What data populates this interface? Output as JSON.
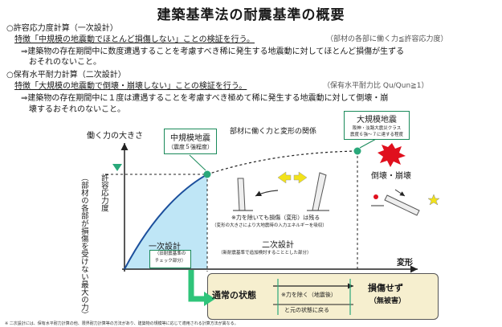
{
  "title": "建築基準法の耐震基準の概要",
  "section1": {
    "heading": "○許容応力度計算（一次設計）",
    "purpose": "特徴「中規模の地震動でほとんど損傷しない」ことの検証を行う。",
    "note": "（部材の各部に働く力≦許容応力度）",
    "detail_line1": "⇒建築物の存在期間中に数度遭遇することを考慮すべき稀に発生する地震動に対してほとんど損傷が生ずる",
    "detail_line2": "おそれのないこと。"
  },
  "section2": {
    "heading": "○保有水平耐力計算（二次設計）",
    "purpose": "特徴「大規模の地震動で倒壊・崩壊しない」ことの検証を行う。",
    "note": "（保有水平耐力比 Qu/Qun≧1）",
    "detail_line1": "⇒建築物の存在期間中に１度は遭遇することを考慮すべき極めて稀に発生する地震動に対して倒壊・崩",
    "detail_line2": "壊するおそれのないこと。"
  },
  "chart": {
    "y_axis_label": "働く力の大きさ",
    "x_axis_label": "変形",
    "curve_caption": "部材に働く力と変形の関係",
    "allowable_label": "許容応力度",
    "allowable_sub": "（部材の各部が損傷を受けない最大の力）",
    "medium_quake": "中規模地震",
    "medium_quake_sub": "（震度５強程度）",
    "large_quake": "大規模地震",
    "large_quake_sub1": "阪神・淡路大震災クラス",
    "large_quake_sub2": "震度６強～７に達する程度",
    "collapse_label": "倒壊・崩壊",
    "damage_note": "※力を除いても損傷（変形）は残る",
    "damage_note_sub": "（変形の大きさにより大地震時の入力エネルギーを吸収）",
    "primary_design": "一次設計",
    "primary_design_sub1": "（旧耐震基準の",
    "primary_design_sub2": "チェック部分）",
    "secondary_design": "二次設計",
    "secondary_design_sub": "（新耐震基準で追加検討することとした部分）"
  },
  "callout": {
    "normal_state": "通常の状態",
    "restore_line1": "※力を除く（地震後）",
    "restore_line2": "と元の状態に戻る",
    "no_damage": "損傷せず",
    "no_damage_sub": "（無被害）"
  },
  "footnote": "※ 二次設計には、保有水平耐力計算の他、限界耐力計算等の方法があり、建築物の規模等に応じて適用される計算方法が異なる。",
  "colors": {
    "primary_fill": "#bfe6f6",
    "curve_blue": "#1c4f9c",
    "marker_green": "#2aa87a",
    "quake_red": "#e0101e",
    "arrow_yellow": "#f2e21a",
    "callout_bg": "#f6efcf",
    "arrow_green": "#2fc47a"
  }
}
